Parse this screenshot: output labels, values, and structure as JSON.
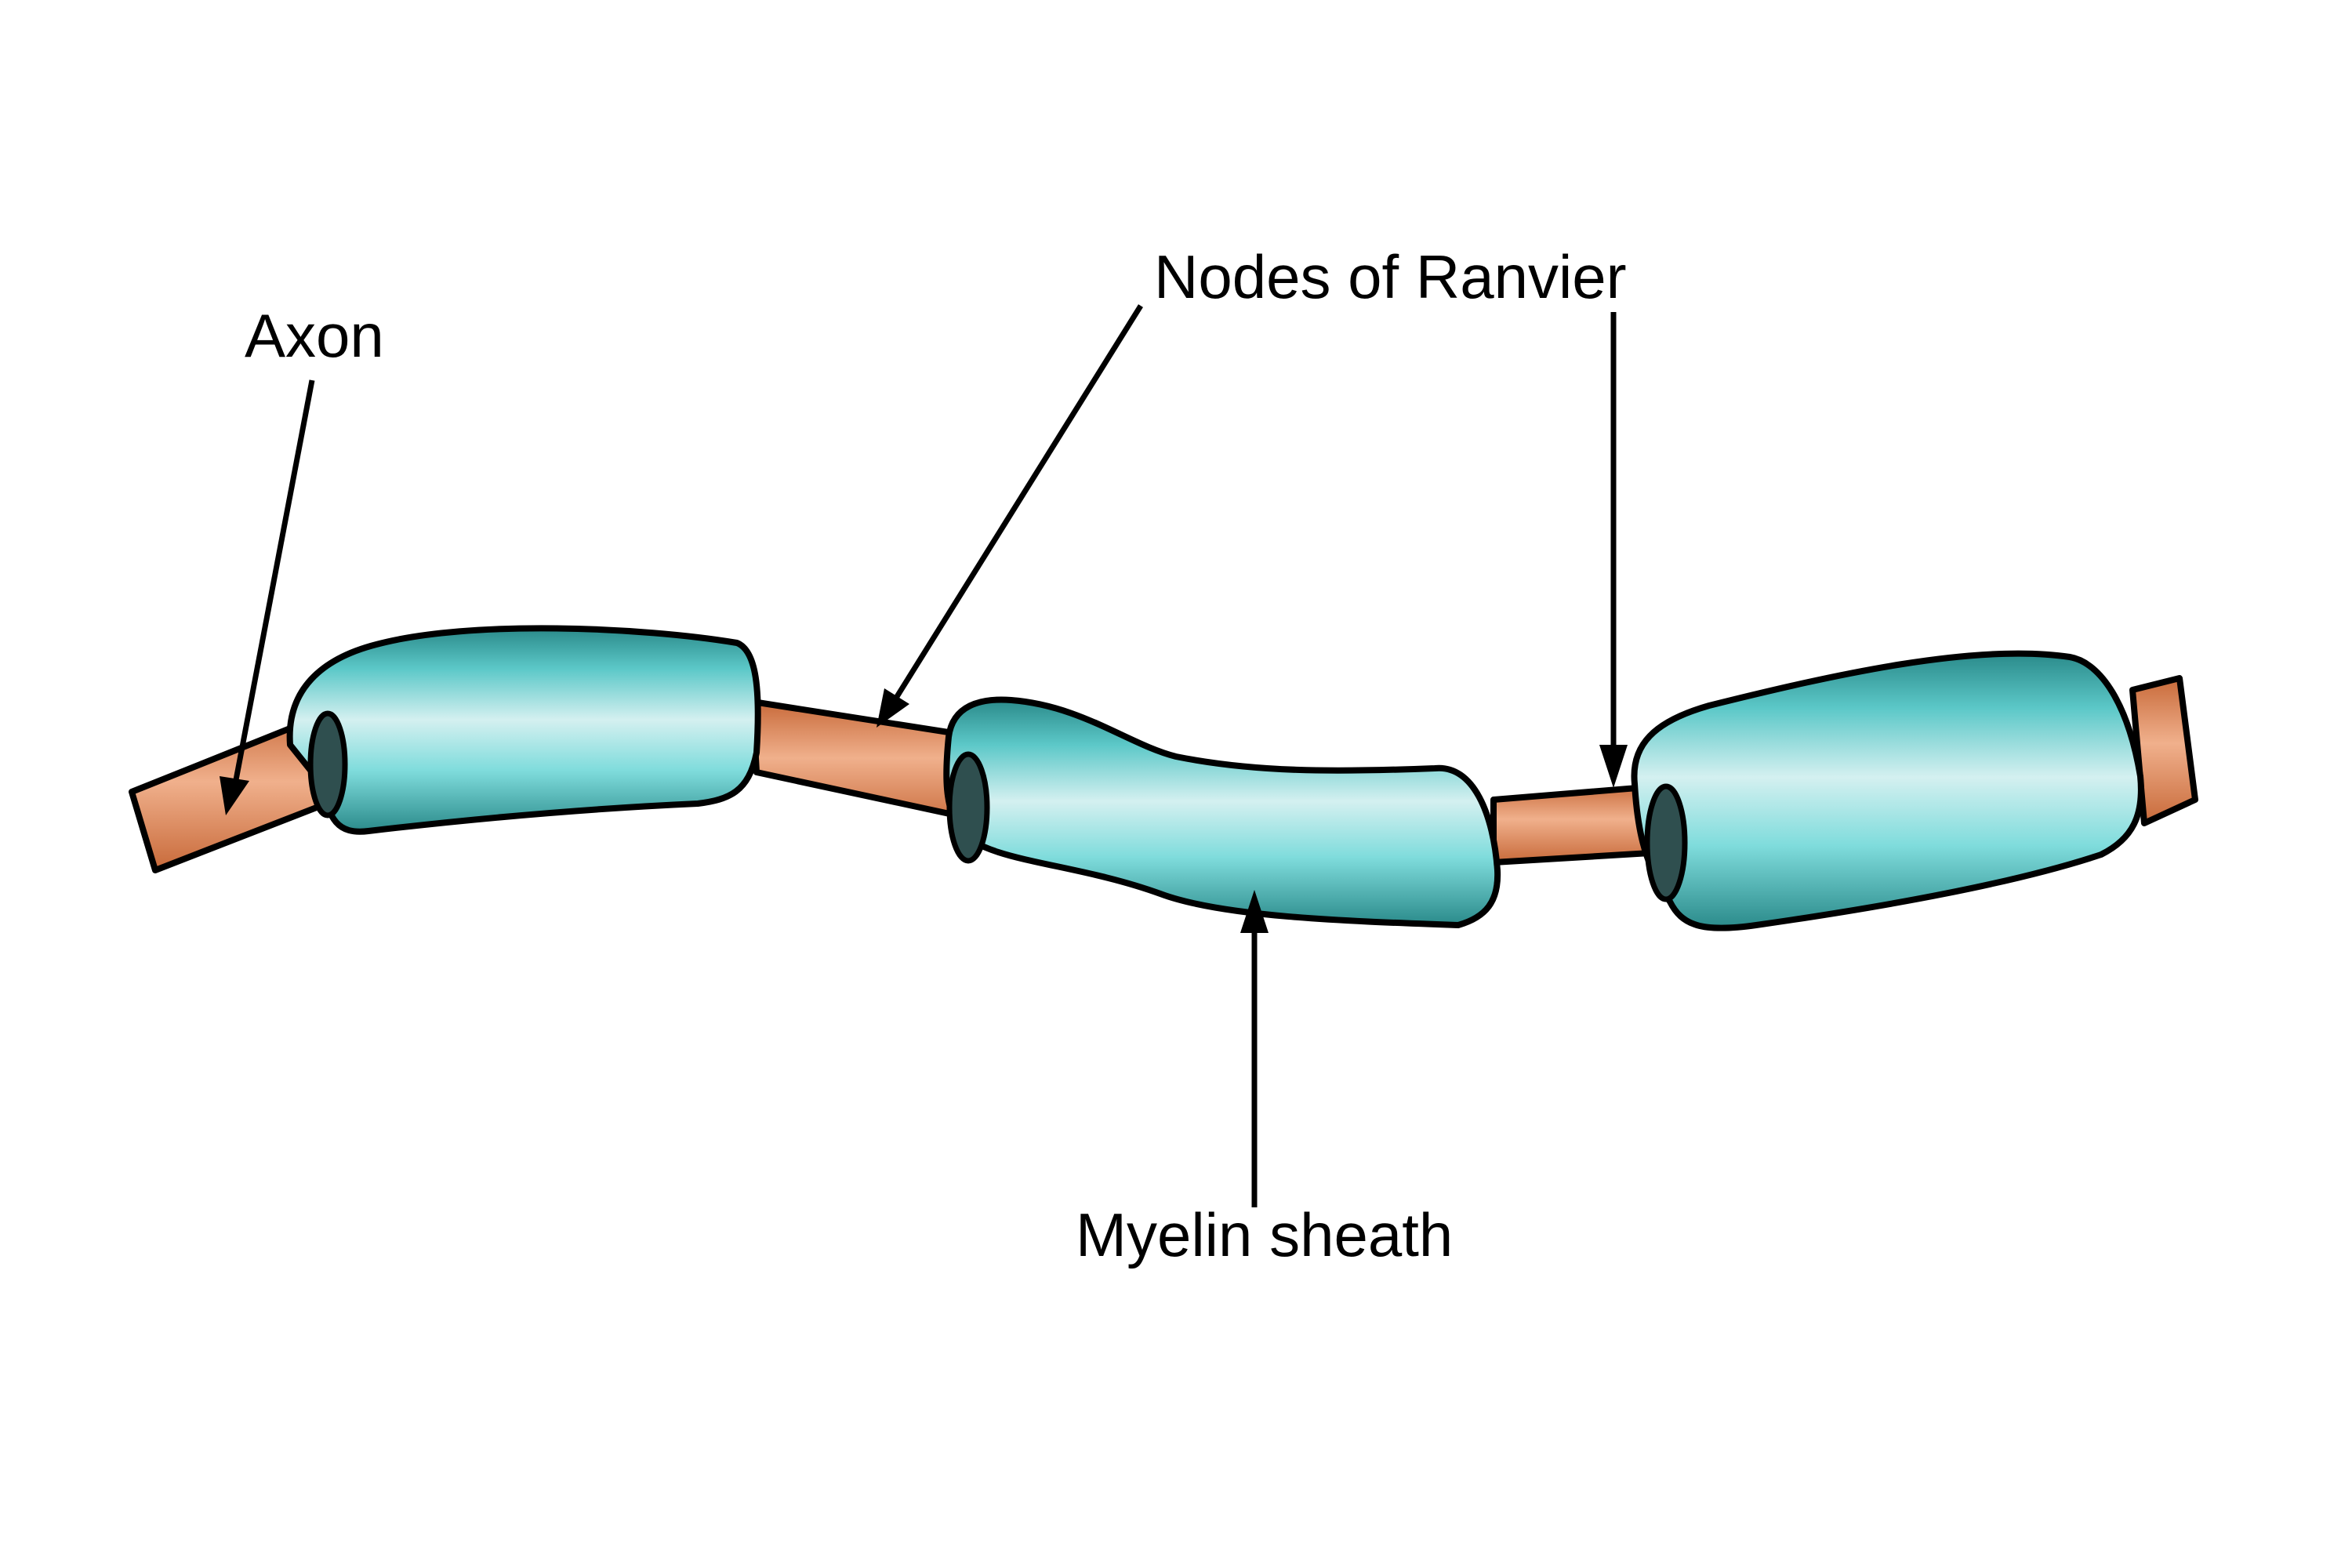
{
  "title": "Myelinated axon structure",
  "labels": {
    "axon": "Axon",
    "nodes": "Nodes of Ranvier",
    "myelin": "Myelin sheath"
  },
  "colors": {
    "axon": "#e08a5c",
    "axon_light": "#f0b08c",
    "axon_dark": "#c86a3a",
    "myelin": "#5cc8c8",
    "myelin_light": "#d4f0f0",
    "myelin_dark": "#2a8a8a",
    "outline": "#000000",
    "background": "#ffffff"
  },
  "parts": [
    {
      "name": "axon",
      "count": 1
    },
    {
      "name": "myelin-sheath-segment",
      "count": 3
    },
    {
      "name": "node-of-ranvier",
      "count": 2
    }
  ]
}
